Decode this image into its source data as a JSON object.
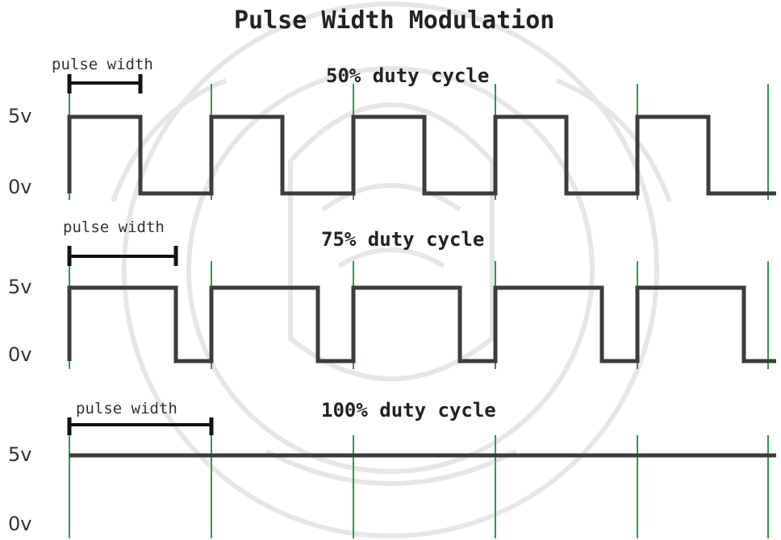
{
  "title": "Pulse Width Modulation",
  "pulse_width_label": "pulse width",
  "voltage_high": "5v",
  "voltage_low": "0v",
  "colors": {
    "signal": "#3c3c3c",
    "period_marker": "#2e9a4a",
    "bracket": "#111111",
    "watermark": "#e4e4e4"
  },
  "waveforms": [
    {
      "caption": "50% duty cycle",
      "duty": 0.5
    },
    {
      "caption": "75% duty cycle",
      "duty": 0.75
    },
    {
      "caption": "100% duty cycle",
      "duty": 1.0
    }
  ],
  "periods_shown": 5
}
